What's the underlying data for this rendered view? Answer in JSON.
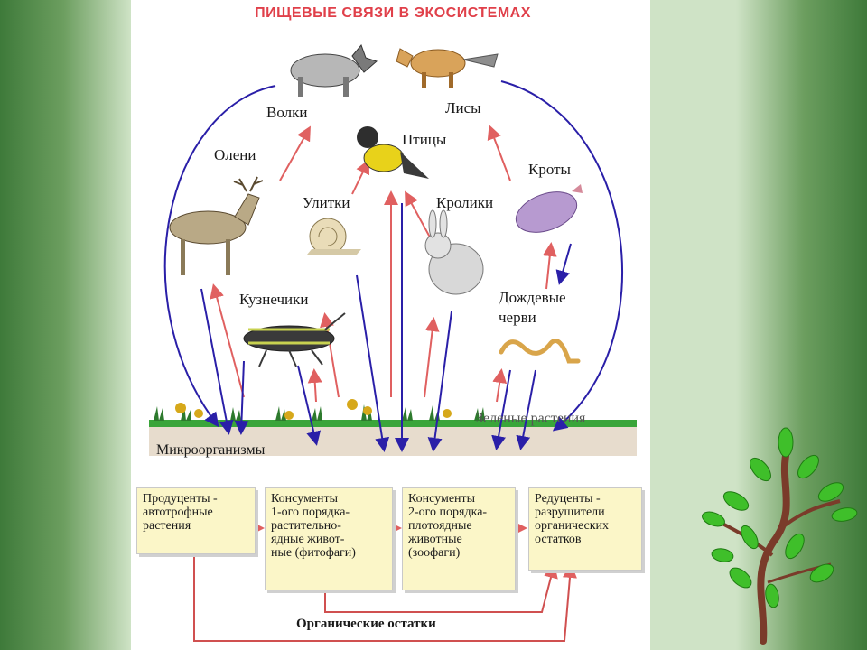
{
  "title": "ПИЩЕВЫЕ СВЯЗИ В ЭКОСИСТЕМАХ",
  "animals": {
    "wolves": "Волки",
    "foxes": "Лисы",
    "deer": "Олени",
    "birds": "Птицы",
    "moles": "Кроты",
    "snails": "Улитки",
    "rabbits": "Кролики",
    "grasshoppers": "Кузнечики",
    "earthworms_line1": "Дождевые",
    "earthworms_line2": "черви"
  },
  "ground": {
    "green_plants": "Зеленые растения",
    "microorganisms": "Микроорганизмы"
  },
  "boxes": {
    "producers": [
      "Продуценты -",
      "автотрофные",
      "растения"
    ],
    "consumers1": [
      "Консументы",
      "1-ого порядка-",
      "растительно-",
      "ядные живот-",
      "ные (фитофаги)"
    ],
    "consumers2": [
      "Консументы",
      "2-ого порядка-",
      "плотоядные",
      "животные",
      "(зоофаги)"
    ],
    "reducers": [
      "Редуценты -",
      "разрушители",
      "органических",
      "остатков"
    ]
  },
  "organic_remains": "Органические остатки",
  "colors": {
    "title": "#e0404a",
    "red_arrow": "#e06060",
    "blue_arrow": "#2a1fa8",
    "box_fill": "#fbf6c8",
    "grass": "#3aa53a"
  }
}
